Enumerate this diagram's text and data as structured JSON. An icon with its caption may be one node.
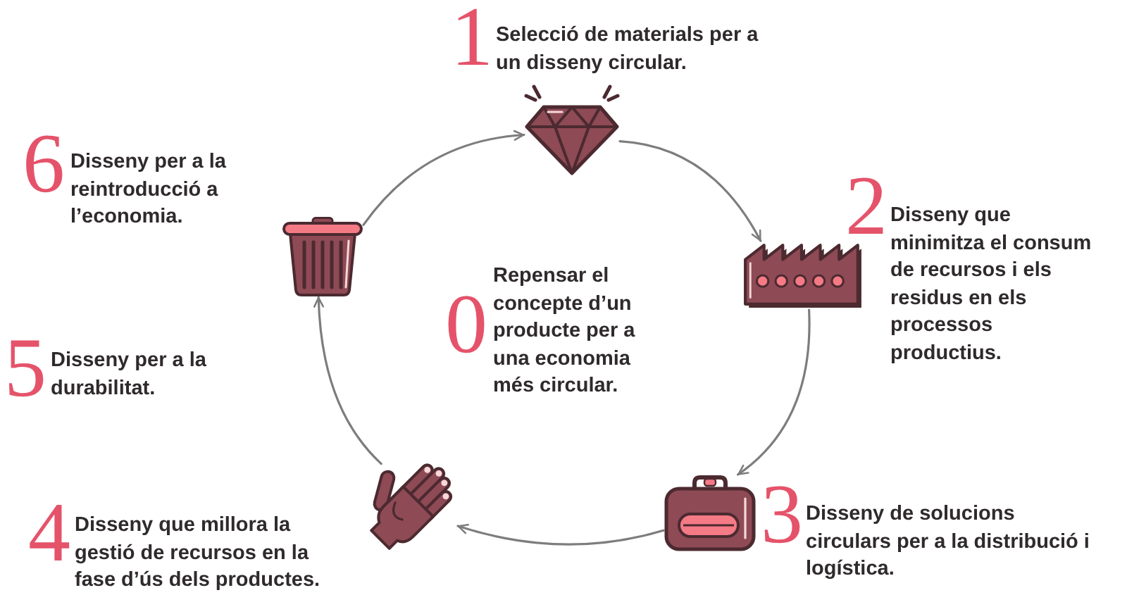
{
  "diagram": {
    "nodes": [
      {
        "text": [],
        "shape": "picture",
        "beside": [
          "1",
          "Selecció de materials per a un disseny circular."
        ]
      },
      {
        "text": [],
        "shape": "picture",
        "beside": [
          "2",
          "Disseny que minimitza el consum de recursos i els residus en els processos productius."
        ]
      },
      {
        "text": [],
        "shape": "picture",
        "beside": [
          "3",
          "Disseny de solucions circulars per a la distribució i logística."
        ]
      },
      {
        "text": [],
        "shape": "picture",
        "beside": [
          "4",
          "Disseny que millora la gestió de recursos en la fase d’ús dels productes."
        ]
      },
      {
        "text": [],
        "shape": "picture",
        "beside": [
          "6",
          "Disseny per a la reintroducció a l’economia."
        ]
      }
    ],
    "edges": [
      {
        "from": 0,
        "to": 1,
        "arrow": "to"
      },
      {
        "from": 1,
        "to": 2,
        "arrow": "to"
      },
      {
        "from": 2,
        "to": 3,
        "arrow": "to"
      },
      {
        "from": 3,
        "to": 4,
        "arrow": "to"
      },
      {
        "from": 4,
        "to": 0,
        "arrow": "to"
      }
    ],
    "labels": [
      "0",
      "Repensar el concepte d’un producte per a una economia més circular.",
      "5",
      "Disseny per a la durabilitat."
    ]
  }
}
